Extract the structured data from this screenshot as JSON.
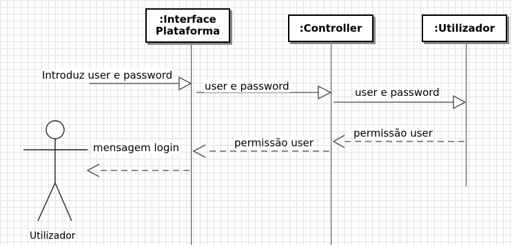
{
  "lifelines": [
    {
      "id": "interface",
      "name": ":Interface\nPlataforma"
    },
    {
      "id": "controller",
      "name": ":Controller"
    },
    {
      "id": "utilizador",
      "name": ":Utilizador"
    }
  ],
  "actor": {
    "name": "Utilizador"
  },
  "messages": [
    {
      "id": "m1",
      "label": "Introduz user e password",
      "type": "sync"
    },
    {
      "id": "m2",
      "label": "user e password",
      "type": "sync"
    },
    {
      "id": "m3",
      "label": "user e password",
      "type": "sync"
    },
    {
      "id": "m4",
      "label": "permissão user",
      "type": "return"
    },
    {
      "id": "m5",
      "label": "permissão user",
      "type": "return"
    },
    {
      "id": "m6",
      "label": "mensagem login",
      "type": "return"
    },
    {
      "id": "m7",
      "label": "",
      "type": "return"
    }
  ]
}
